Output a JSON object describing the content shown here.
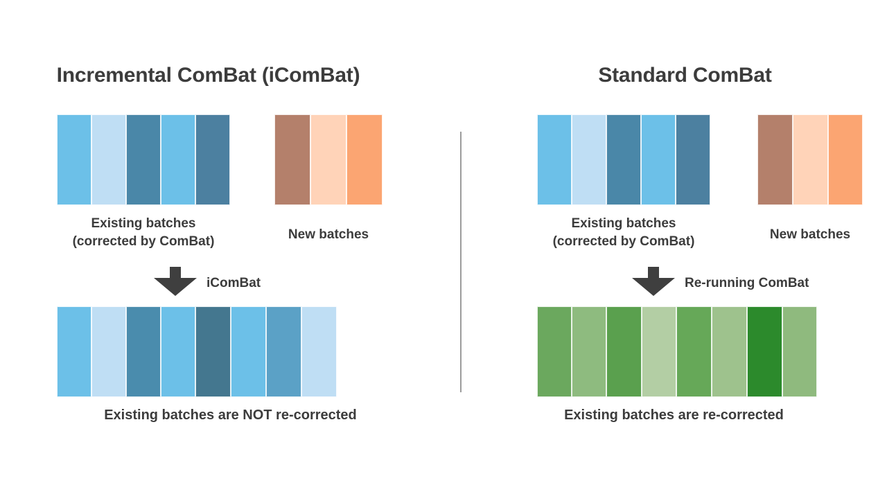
{
  "figure": {
    "background": "#ffffff",
    "text_color": "#3c3c3c",
    "divider_color": "#9c9c9c",
    "arrow_color": "#3f3f3f"
  },
  "panels": {
    "left": {
      "title": "Incremental ComBat (iComBat)",
      "existing_label": "Existing batches\n(corrected by ComBat)",
      "new_label": "New batches",
      "process_label": "iComBat",
      "arrow_icon": "down-arrow-icon",
      "bottom_caption": "Existing batches are NOT re-corrected",
      "existing_bars": [
        {
          "color": "#6cc0e8",
          "width": 50
        },
        {
          "color": "#bfdef4",
          "width": 50
        },
        {
          "color": "#4a87a8",
          "width": 50
        },
        {
          "color": "#6cc0e8",
          "width": 50
        },
        {
          "color": "#4c80a0",
          "width": 50
        }
      ],
      "new_bars": [
        {
          "color": "#b4806b",
          "width": 52
        },
        {
          "color": "#ffd3b8",
          "width": 52
        },
        {
          "color": "#fba572",
          "width": 52
        }
      ],
      "merged_bars": [
        {
          "color": "#6cc0e8",
          "width": 50
        },
        {
          "color": "#bfdef4",
          "width": 50
        },
        {
          "color": "#4a8cad",
          "width": 50
        },
        {
          "color": "#6cc0e8",
          "width": 50
        },
        {
          "color": "#44778f",
          "width": 51
        },
        {
          "color": "#6cc0e8",
          "width": 51
        },
        {
          "color": "#5ba1c6",
          "width": 51
        },
        {
          "color": "#bfdef4",
          "width": 51
        }
      ]
    },
    "right": {
      "title": "Standard ComBat",
      "existing_label": "Existing batches\n(corrected by ComBat)",
      "new_label": "New batches",
      "process_label": "Re-running ComBat",
      "arrow_icon": "down-arrow-icon",
      "bottom_caption": "Existing batches are re-corrected",
      "existing_bars": [
        {
          "color": "#6cc0e8",
          "width": 50
        },
        {
          "color": "#bfdef4",
          "width": 50
        },
        {
          "color": "#4a87a8",
          "width": 50
        },
        {
          "color": "#6cc0e8",
          "width": 50
        },
        {
          "color": "#4c80a0",
          "width": 50
        }
      ],
      "new_bars": [
        {
          "color": "#b4806b",
          "width": 51
        },
        {
          "color": "#ffd3b8",
          "width": 51
        },
        {
          "color": "#fba572",
          "width": 50
        }
      ],
      "merged_bars": [
        {
          "color": "#6ba85e",
          "width": 50
        },
        {
          "color": "#8ebb7f",
          "width": 50
        },
        {
          "color": "#5aa04e",
          "width": 51
        },
        {
          "color": "#b3ceA4",
          "width": 50
        },
        {
          "color": "#66a858",
          "width": 51
        },
        {
          "color": "#9ec28d",
          "width": 51
        },
        {
          "color": "#2c8a2c",
          "width": 51
        },
        {
          "color": "#8fba7e",
          "width": 50
        }
      ]
    }
  }
}
